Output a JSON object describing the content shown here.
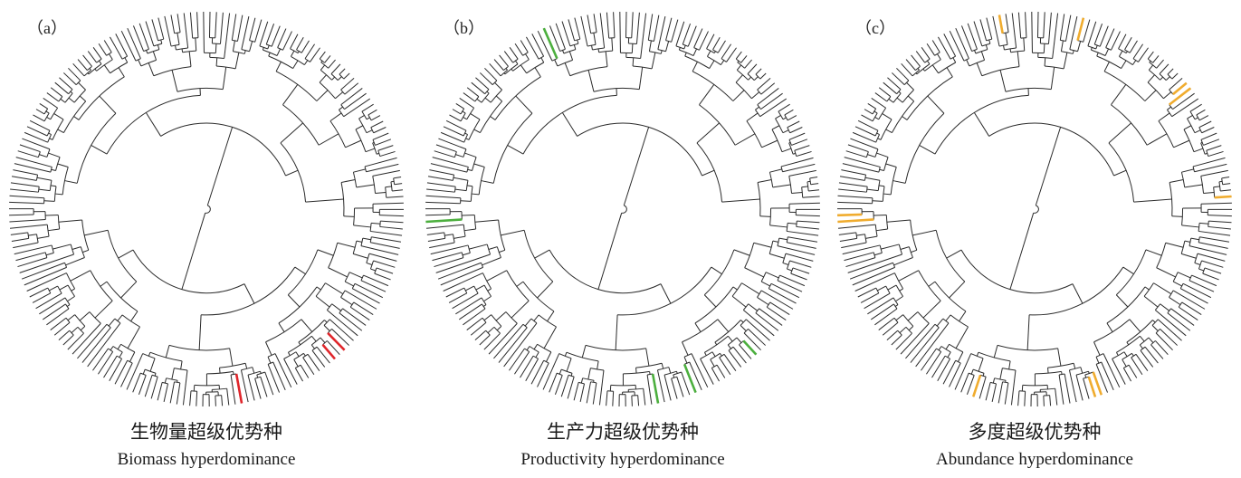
{
  "figure": {
    "branch_color": "#2b2b2b",
    "panels": [
      {
        "label": "（a）",
        "caption_zh": "生物量超级优势种",
        "caption_en": "Biomass hyperdominance",
        "highlight_color": "#e0262b"
      },
      {
        "label": "（b）",
        "caption_zh": "生产力超级优势种",
        "caption_en": "Productivity hyperdominance",
        "highlight_color": "#4caf3e"
      },
      {
        "label": "（c）",
        "caption_zh": "多度超级优势种",
        "caption_en": "Abundance hyperdominance",
        "highlight_color": "#f0ac2e"
      }
    ]
  }
}
